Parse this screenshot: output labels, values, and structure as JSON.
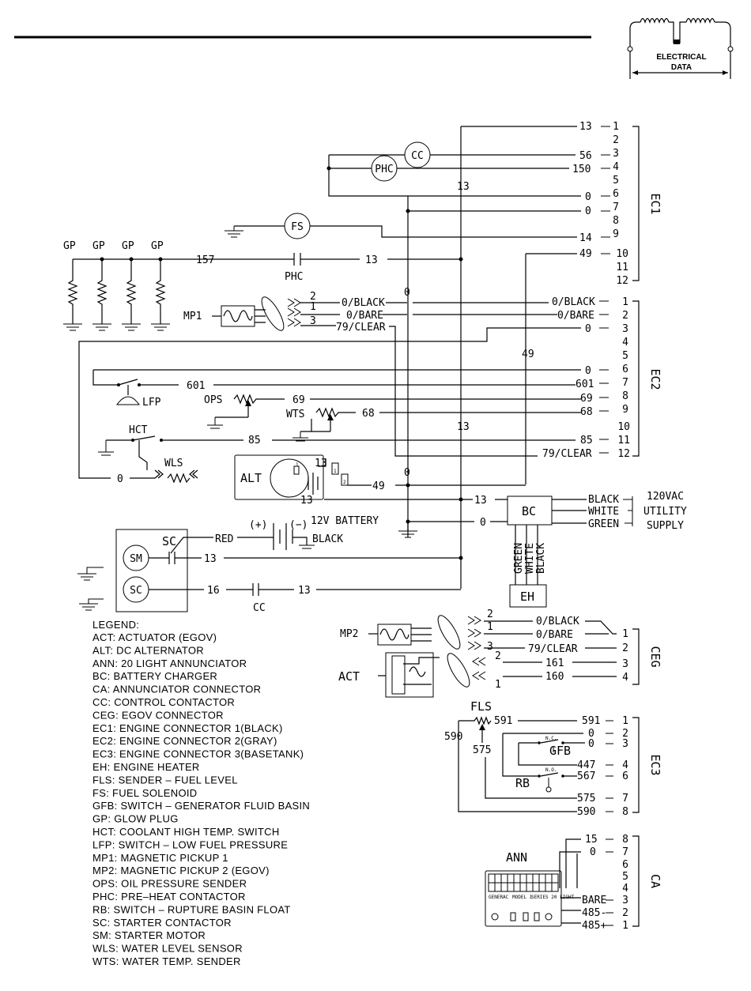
{
  "badge": {
    "line1": "ELECTRICAL",
    "line2": "DATA"
  },
  "ec1": {
    "title": "EC1",
    "pins": [
      "1",
      "2",
      "3",
      "4",
      "5",
      "6",
      "7",
      "8",
      "9",
      "10",
      "11",
      "12"
    ],
    "wires": {
      "p1": "13",
      "p3": "56",
      "p4": "150",
      "p6": "0",
      "p7": "0",
      "p9": "14",
      "p10": "49"
    }
  },
  "ec2": {
    "title": "EC2",
    "pins": [
      "1",
      "2",
      "3",
      "4",
      "5",
      "6",
      "7",
      "8",
      "9",
      "10",
      "11",
      "12"
    ],
    "wires": {
      "p1": "0/BLACK",
      "p2": "0/BARE",
      "p3": "0",
      "p6": "0",
      "p7": "601",
      "p8": "69",
      "p9": "68",
      "p11": "85",
      "p12": "79/CLEAR"
    }
  },
  "ceg": {
    "title": "CEG",
    "pins": [
      "1",
      "2",
      "3",
      "4"
    ],
    "wires": {
      "p1": "0/BLACK",
      "p1b": "0/BARE",
      "p2": "79/CLEAR",
      "p3": "161",
      "p4": "160"
    }
  },
  "ec3": {
    "title": "EC3",
    "pins": [
      "1",
      "2",
      "3",
      "4",
      "6",
      "7",
      "8"
    ],
    "wires": {
      "p1": "591",
      "p2": "0",
      "p3": "0",
      "p4": "447",
      "p6": "567",
      "p7": "575",
      "p8": "590"
    }
  },
  "ca": {
    "title": "CA",
    "pins": [
      "8",
      "7",
      "6",
      "5",
      "4",
      "3",
      "2",
      "1"
    ],
    "wires": {
      "p8": "15",
      "p7": "0",
      "p3": "BARE",
      "p2": "485-",
      "p1": "485+"
    }
  },
  "components": {
    "gp": "GP",
    "phc": "PHC",
    "cc": "CC",
    "fs": "FS",
    "mp1": "MP1",
    "mp2": "MP2",
    "lfp": "LFP",
    "ops": "OPS",
    "wts": "WTS",
    "hct": "HCT",
    "wls": "WLS",
    "alt": "ALT",
    "bc": "BC",
    "eh": "EH",
    "sm": "SM",
    "sc": "SC",
    "act": "ACT",
    "fls": "FLS",
    "gfb": "GFB",
    "rb": "RB",
    "ann": "ANN",
    "battery": "12V BATTERY",
    "battery_plus": "(+)",
    "battery_minus": "(−)",
    "battery_neg_wire": "BLACK",
    "sc_red": "RED",
    "nc": "N.C.",
    "no": "N.O.",
    "mp_pin1": "1",
    "mp_pin2": "2",
    "mp_pin3": "3",
    "act_pin1": "1",
    "act_pin2": "2",
    "alt_pin1": "1",
    "alt_pin2": "2"
  },
  "wires": {
    "w157": "157",
    "w13": "13",
    "w0": "0",
    "w49": "49",
    "w601": "601",
    "w69": "69",
    "w68": "68",
    "w85": "85",
    "w16": "16",
    "w575": "575",
    "w590": "590",
    "w591": "591"
  },
  "utility": {
    "black": "BLACK",
    "white": "WHITE",
    "green": "GREEN",
    "label1": "120VAC",
    "label2": "UTILITY",
    "label3": "SUPPLY"
  },
  "eh_wires": [
    "GREEN",
    "WHITE",
    "BLACK"
  ],
  "ann_panel": {
    "brand": "GENERAC",
    "left": "MODEL 1",
    "right": "SERIES 20 LIGHT"
  },
  "legend": {
    "title": "LEGEND:",
    "items": [
      "ACT:  ACTUATOR (EGOV)",
      "ALT:  DC ALTERNATOR",
      "ANN:  20 LIGHT ANNUNCIATOR",
      "BC:    BATTERY CHARGER",
      "CA:    ANNUNCIATOR CONNECTOR",
      "CC:    CONTROL CONTACTOR",
      "CEG:  EGOV CONNECTOR",
      "EC1:  ENGINE CONNECTOR 1(BLACK)",
      "EC2:  ENGINE CONNECTOR 2(GRAY)",
      "EC3:  ENGINE CONNECTOR 3(BASETANK)",
      "EH:    ENGINE HEATER",
      "FLS:  SENDER – FUEL LEVEL",
      "FS:    FUEL SOLENOID",
      "GFB:  SWITCH – GENERATOR FLUID BASIN",
      "GP:    GLOW PLUG",
      "HCT:  COOLANT HIGH TEMP. SWITCH",
      "LFP:  SWITCH – LOW FUEL PRESSURE",
      "MP1:  MAGNETIC PICKUP 1",
      "MP2:  MAGNETIC PICKUP 2 (EGOV)",
      "OPS:  OIL PRESSURE SENDER",
      "PHC:  PRE–HEAT CONTACTOR",
      "RB:    SWITCH – RUPTURE BASIN FLOAT",
      "SC:    STARTER CONTACTOR",
      "SM:    STARTER MOTOR",
      "WLS:  WATER LEVEL SENSOR",
      "WTS:  WATER TEMP. SENDER"
    ]
  }
}
